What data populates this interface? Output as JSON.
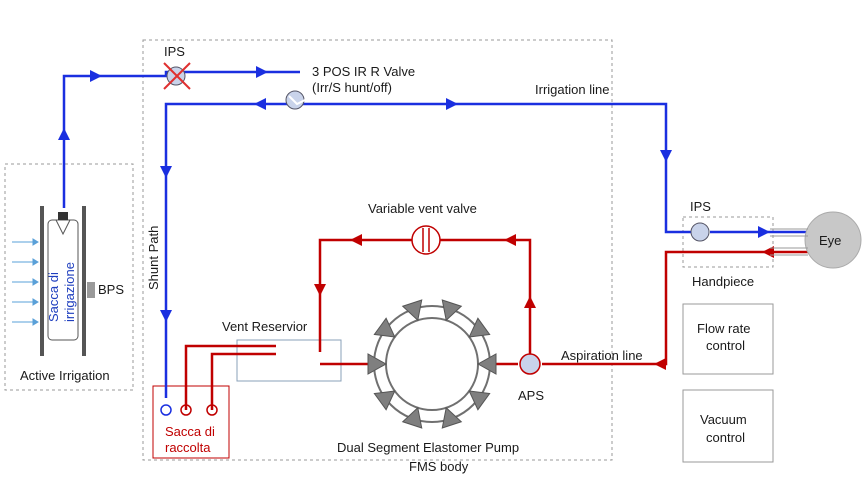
{
  "labels": {
    "ips_top": "IPS",
    "valve_line1": "3 POS IR R Valve",
    "valve_line2": "(Irr/S hunt/off)",
    "irrigation_line": "Irrigation line",
    "shunt_path": "Shunt Path",
    "variable_vent_valve": "Variable vent valve",
    "vent_reservoir": "Vent Reservior",
    "ips_handpiece": "IPS",
    "eye": "Eye",
    "handpiece": "Handpiece",
    "aspiration_line": "Aspiration line",
    "aps": "APS",
    "pump": "Dual Segment Elastomer Pump",
    "fms_body": "FMS body",
    "sacca_irrigazione_1": "Sacca di",
    "sacca_irrigazione_2": "irrigazione",
    "bps": "BPS",
    "active_irrigation": "Active Irrigation",
    "sacca_raccolta_1": "Sacca di",
    "sacca_raccolta_2": "raccolta",
    "flow_rate_1": "Flow rate",
    "flow_rate_2": "control",
    "vacuum_1": "Vacuum",
    "vacuum_2": "control"
  },
  "colors": {
    "irrigation": "#1a2fe0",
    "aspiration": "#c00000",
    "component_fill": "#c9d3ea",
    "triangle": "#7f7f7f",
    "dashed": "#9a9a9a"
  }
}
